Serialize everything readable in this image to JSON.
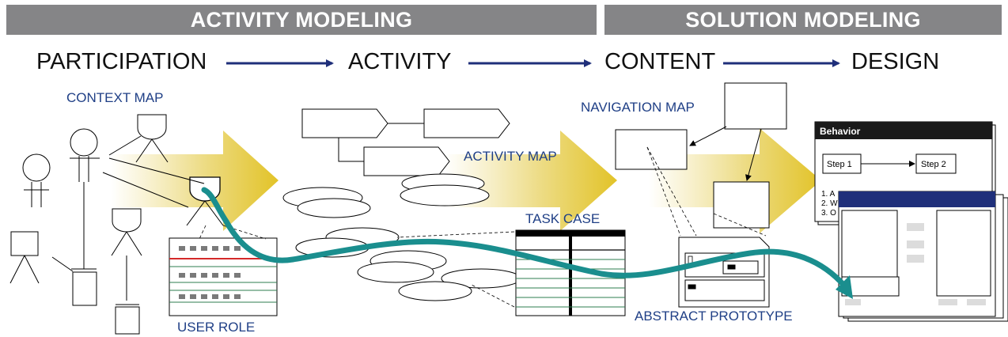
{
  "headers": {
    "activity_modeling": "ACTIVITY MODELING",
    "solution_modeling": "SOLUTION MODELING"
  },
  "stages": [
    "PARTICIPATION",
    "ACTIVITY",
    "CONTENT",
    "DESIGN"
  ],
  "labels": {
    "context_map": "CONTEXT MAP",
    "user_role": "USER ROLE",
    "activity_map": "ACTIVITY MAP",
    "task_case": "TASK CASE",
    "navigation_map": "NAVIGATION MAP",
    "abstract_prototype": "ABSTRACT PROTOTYPE"
  },
  "design_window": {
    "title": "Behavior",
    "step1": "Step 1",
    "step2": "Step 2",
    "list_items": [
      "1. A",
      "2. W",
      "3. O"
    ]
  },
  "colors": {
    "banner": "#858587",
    "label_blue": "#1f3f86",
    "navy_arrow": "#1f2f7a",
    "teal_path": "#1a8e8e",
    "gold": "#e3c42b",
    "red_line": "#d42a2a",
    "green_line": "#2e7d4f"
  }
}
